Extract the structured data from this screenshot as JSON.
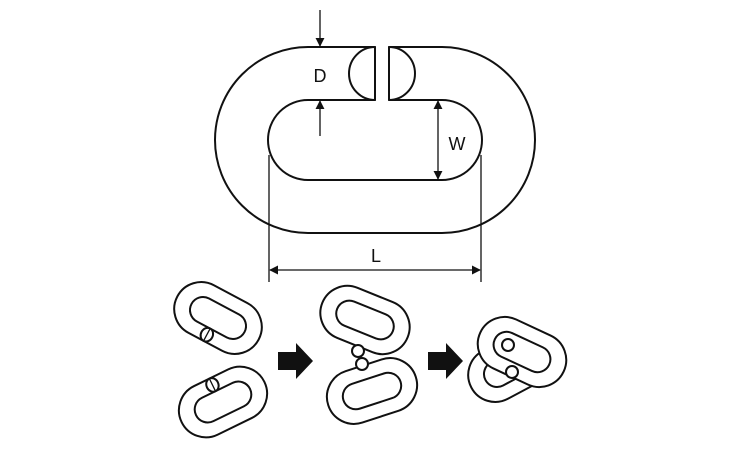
{
  "diagram": {
    "labels": {
      "d": "D",
      "w": "W",
      "l": "L"
    },
    "steps": [
      {
        "name": "separate-links"
      },
      {
        "name": "joining-links"
      },
      {
        "name": "joined-links"
      }
    ],
    "arrows": 2
  }
}
